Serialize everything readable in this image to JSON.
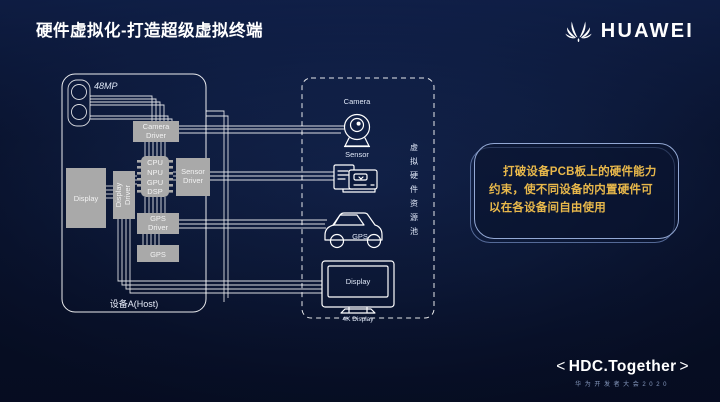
{
  "header": {
    "title": "硬件虚拟化-打造超级虚拟终端",
    "brand_name": "HUAWEI",
    "brand_logo_icon": "huawei-flower-icon"
  },
  "diagram": {
    "host_device": {
      "label": "设备A(Host)",
      "camera_module_label": "48MP",
      "blocks": [
        {
          "id": "camera-driver",
          "label_line1": "Camera",
          "label_line2": "Driver"
        },
        {
          "id": "soc-chip",
          "labels": [
            "CPU",
            "NPU",
            "GPU",
            "DSP"
          ]
        },
        {
          "id": "sensor-driver",
          "label_line1": "Sensor",
          "label_line2": "Driver"
        },
        {
          "id": "display",
          "label": "Display"
        },
        {
          "id": "display-driver",
          "label_line1": "Display",
          "label_line2": "Driver"
        },
        {
          "id": "gps-driver",
          "label_line1": "GPS",
          "label_line2": "Driver"
        },
        {
          "id": "gps",
          "label": "GPS"
        }
      ]
    },
    "virtual_pool": {
      "vertical_label": "虚拟硬件资源池",
      "items": [
        {
          "id": "camera",
          "label": "Camera",
          "icon": "webcam-icon"
        },
        {
          "id": "sensor",
          "label": "Sensor",
          "icon": "sensor-device-icon"
        },
        {
          "id": "gps",
          "label": "GPS",
          "icon": "car-icon"
        },
        {
          "id": "display",
          "label": "Display",
          "caption": "4K Display",
          "icon": "monitor-icon"
        }
      ]
    }
  },
  "callout": {
    "text": "打破设备PCB板上的硬件能力约束，使不同设备的内置硬件可以在各设备间自由使用"
  },
  "footer": {
    "angle_open": "<",
    "main": "HDC.Together",
    "angle_close": ">",
    "sub": "华为开发者大会2020"
  },
  "colors": {
    "background": "#0c1a3c",
    "accent_gold": "#e8b84b",
    "line": "#ffffff",
    "block_fill": "#a8a8a8"
  }
}
